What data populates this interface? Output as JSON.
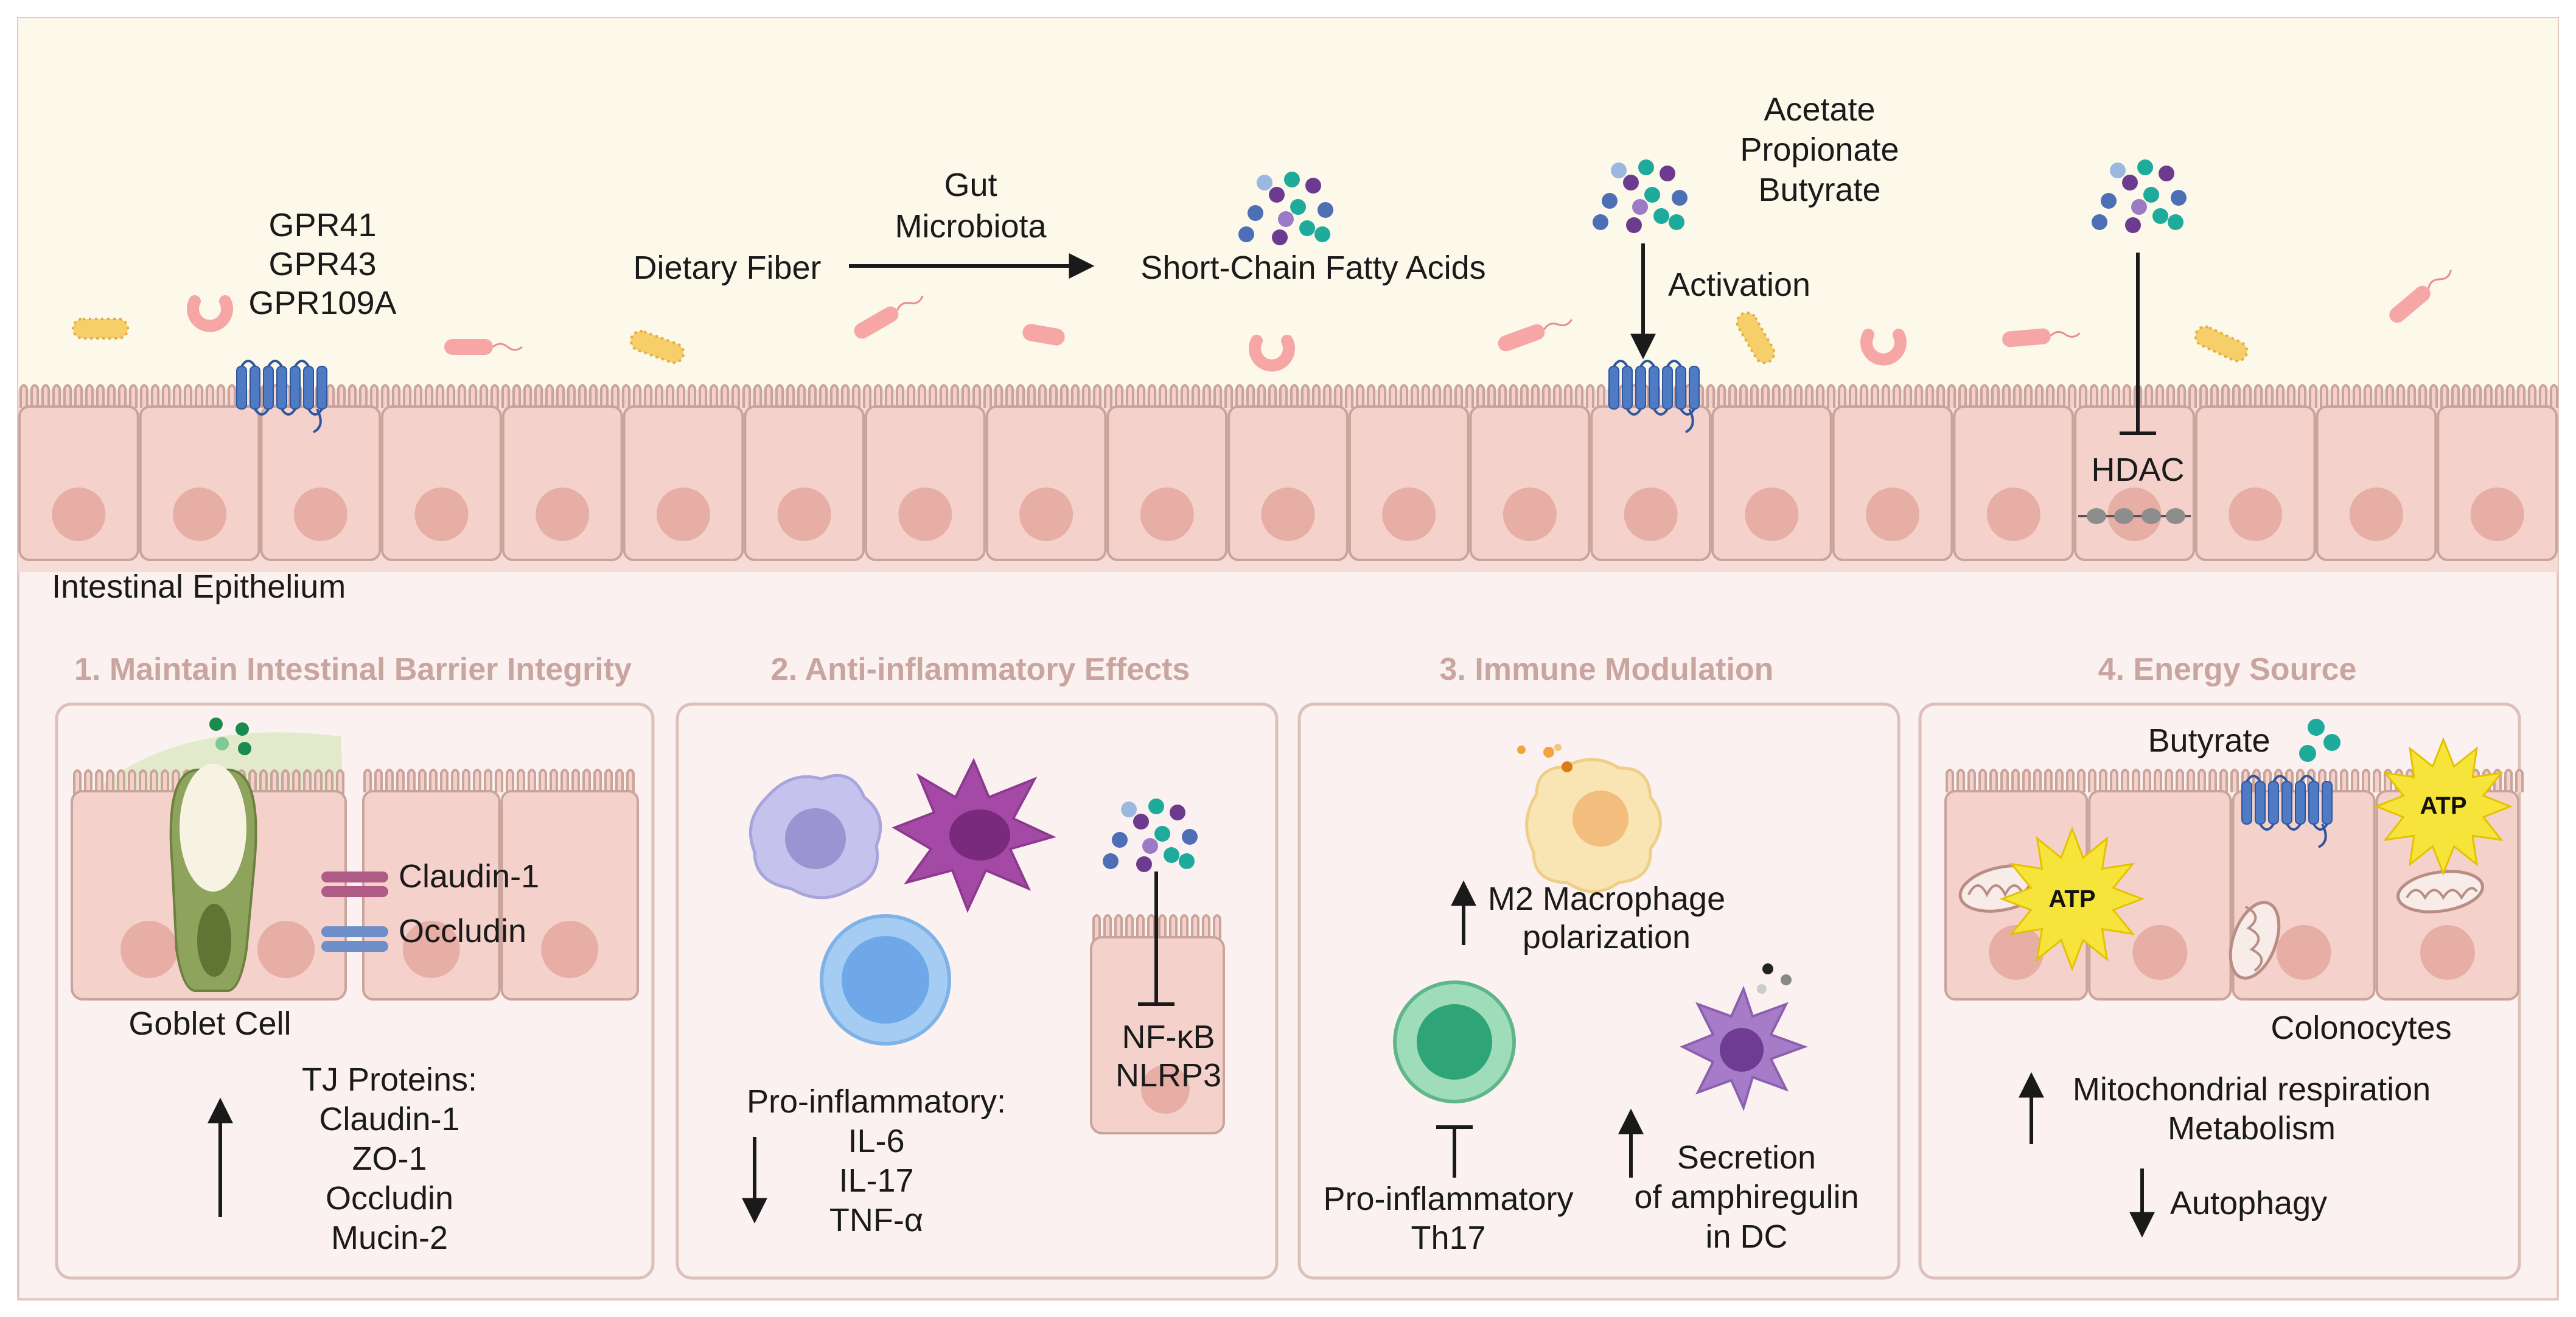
{
  "labels": {
    "gpr41": "GPR41",
    "gpr43": "GPR43",
    "gpr109a": "GPR109A",
    "dietary_fiber": "Dietary Fiber",
    "gut": "Gut",
    "microbiota": "Microbiota",
    "scfa": "Short-Chain Fatty Acids",
    "acetate": "Acetate",
    "propionate": "Propionate",
    "butyrate": "Butyrate",
    "activation": "Activation",
    "hdac": "HDAC",
    "intestinal_epithelium": "Intestinal Epithelium"
  },
  "panels": [
    {
      "title": "1.  Maintain Intestinal Barrier Integrity",
      "claudin": "Claudin-1",
      "occludin": "Occludin",
      "goblet": "Goblet Cell",
      "tj_lines": [
        "TJ Proteins:",
        "Claudin-1",
        "ZO-1",
        "Occludin",
        "Mucin-2"
      ]
    },
    {
      "title": "2. Anti-inflammatory Effects",
      "nfkb": "NF-κB",
      "nlrp3": "NLRP3",
      "pro_lines": [
        "Pro-inflammatory:",
        "IL-6",
        "IL-17",
        "TNF-α"
      ]
    },
    {
      "title": "3. Immune Modulation",
      "m2_lines": [
        "M2 Macrophage",
        "polarization"
      ],
      "th17_lines": [
        "Pro-inflammatory",
        "Th17"
      ],
      "secretion_lines": [
        "Secretion",
        "of amphiregulin",
        "in DC"
      ]
    },
    {
      "title": "4. Energy Source",
      "butyrate": "Butyrate",
      "atp": "ATP",
      "colonocytes": "Colonocytes",
      "mito_lines": [
        "Mitochondrial respiration",
        "Metabolism"
      ],
      "autophagy": "Autophagy"
    }
  ],
  "colors": {
    "lumen": "#fcf8ea",
    "epithelium": "#f5dcd6",
    "cell": "#f4d2cb",
    "cell_border": "#c9a49b",
    "nucleus": "#e6aea4",
    "lower_bg": "#fcf1f1",
    "panel_border": "#dcc0ba",
    "panel_title": "#c8a59f",
    "receptor": "#4f7ac4",
    "atp": "#f7e43a"
  }
}
